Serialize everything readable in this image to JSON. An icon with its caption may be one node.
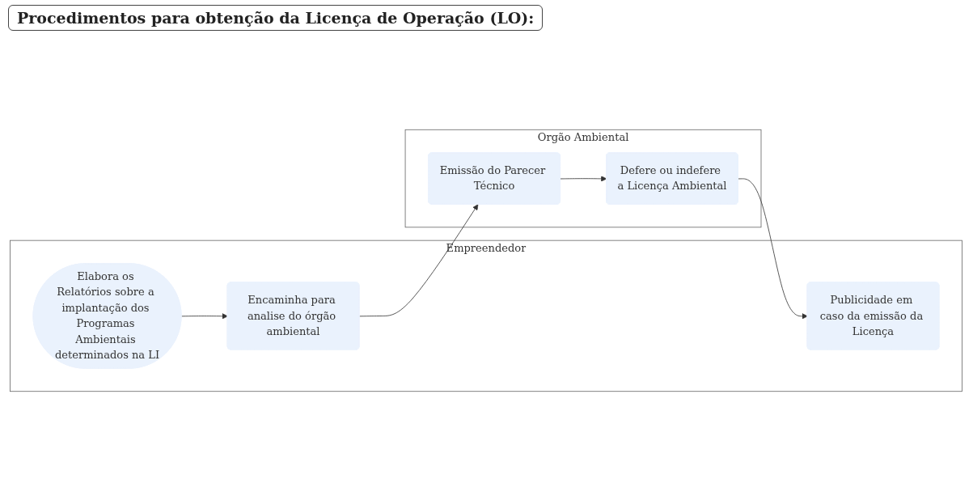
{
  "diagram": {
    "title": "Procedimentos para obtenção da Licença de Operação (LO):",
    "nodes": [
      {
        "text": [
          "Empreendedor"
        ]
      },
      {
        "text": [
          "Elabora os Relatórios sobre a implantação dos Programas Ambientais determinados na LI"
        ],
        "in": 0
      },
      {
        "text": [
          "Encaminha para analise do órgão ambiental"
        ],
        "in": 0
      },
      {
        "text": [
          "Publicidade em caso da emissão da Licença"
        ],
        "in": 0
      },
      {
        "text": [
          "Orgão Ambiental"
        ]
      },
      {
        "text": [
          "Emissão do Parecer Técnico"
        ],
        "in": 4
      },
      {
        "text": [
          "Defere ou indefere a Licença Ambiental"
        ],
        "in": 4
      }
    ],
    "edges": [
      {
        "from": 1,
        "to": 2,
        "arrow": "to"
      },
      {
        "from": 2,
        "to": 5,
        "arrow": "to"
      },
      {
        "from": 5,
        "to": 6,
        "arrow": "to"
      },
      {
        "from": 6,
        "to": 3,
        "arrow": "to"
      }
    ]
  }
}
